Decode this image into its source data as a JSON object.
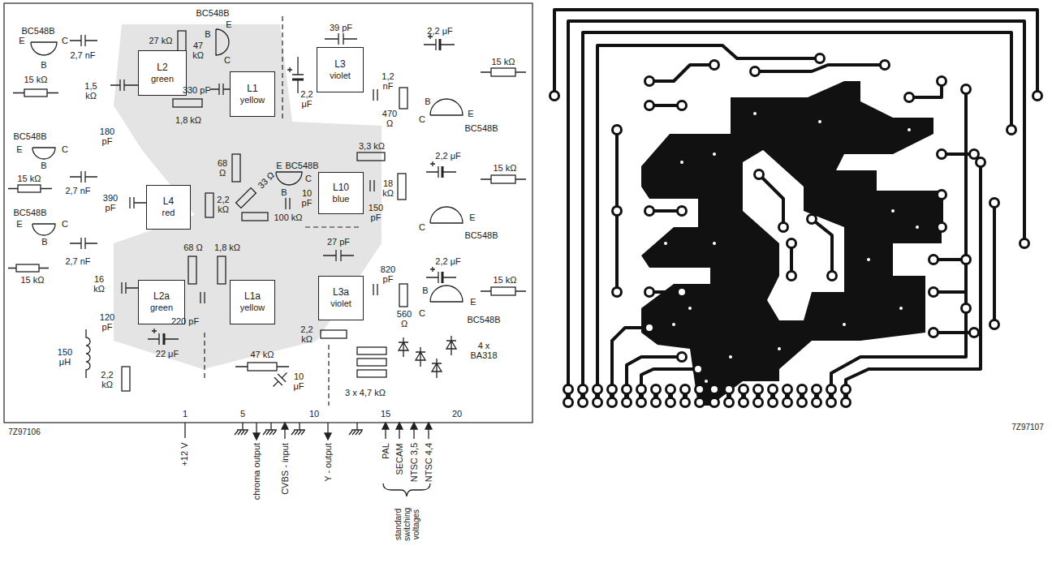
{
  "diagram": {
    "nodes": [
      {
        "text": [
          "L2",
          "green"
        ]
      },
      {
        "text": [
          "L1",
          "yellow"
        ]
      },
      {
        "text": [
          "L3",
          "violet"
        ]
      },
      {
        "text": [
          "L4",
          "red"
        ]
      },
      {
        "text": [
          "L10",
          "blue"
        ]
      },
      {
        "text": [
          "L2a",
          "green"
        ]
      },
      {
        "text": [
          "L1a",
          "yellow"
        ]
      },
      {
        "text": [
          "L3a",
          "violet"
        ]
      }
    ],
    "labels": [
      "BC548B",
      "E",
      "C",
      "B",
      "2,7 nF",
      "15 kΩ",
      "1,5 kΩ",
      "180 pF",
      "BC548B",
      "E",
      "B",
      "C",
      "27 kΩ",
      "47 kΩ",
      "330 pF",
      "2,2 μF",
      "39 pF",
      "2,2 μF",
      "15 kΩ",
      "1,2 nF",
      "470 Ω",
      "B",
      "E",
      "C",
      "BC548B",
      "BC548B",
      "E",
      "C",
      "B",
      "1,8 kΩ",
      "15 kΩ",
      "2,7 nF",
      "390 pF",
      "68 Ω",
      "2,2 kΩ",
      "33 Ω",
      "E",
      "BC548B",
      "B",
      "C",
      "10 pF",
      "100 kΩ",
      "3,3 kΩ",
      "2,2 μF",
      "15 kΩ",
      "18 kΩ",
      "150 pF",
      "C",
      "E",
      "BC548B",
      "BC548B",
      "E",
      "C",
      "B",
      "2,7 nF",
      "15 kΩ",
      "68 Ω",
      "1,8 kΩ",
      "27 pF",
      "2,2 μF",
      "15 kΩ",
      "820 pF",
      "B",
      "E",
      "C",
      "BC548B",
      "560 Ω",
      "16 kΩ",
      "120 pF",
      "220 pF",
      "2,2 kΩ",
      "22 μF",
      "150 μH",
      "2,2 kΩ",
      "47 kΩ",
      "10 μF",
      "4 x BA318",
      "3 x 4,7 kΩ",
      "7Z97106",
      "+12 V",
      "1",
      "5",
      "10",
      "15",
      "20",
      "chroma output",
      "CVBS - input",
      "Y - output",
      "PAL",
      "SECAM",
      "NTSC 3,5",
      "NTSC 4,4",
      "standard switching voltages",
      "7Z97107"
    ]
  }
}
